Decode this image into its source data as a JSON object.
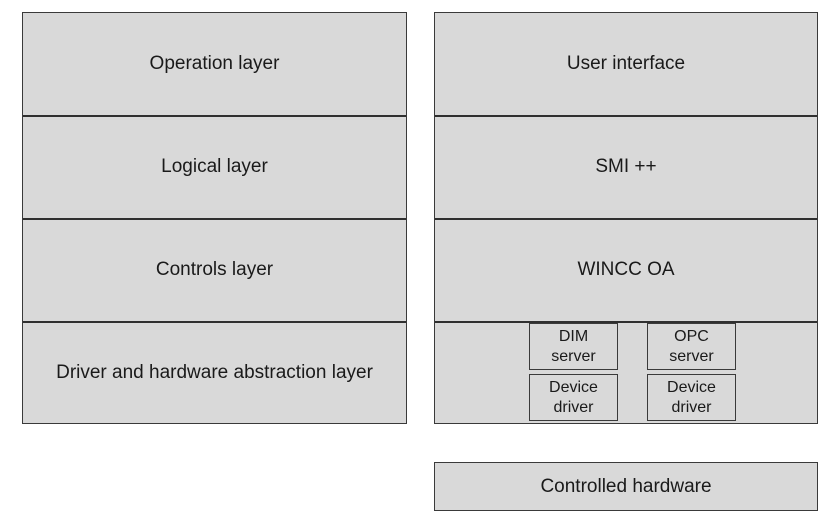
{
  "conceptual_layers": [
    {
      "label": "Operation layer"
    },
    {
      "label": "Logical layer"
    },
    {
      "label": "Controls layer"
    },
    {
      "label": "Driver and hardware abstraction layer"
    }
  ],
  "implementation_layers": [
    {
      "label": "User interface"
    },
    {
      "label": "SMI ++"
    },
    {
      "label": "WINCC OA"
    }
  ],
  "driver_components": [
    {
      "line1": "DIM",
      "line2": "server"
    },
    {
      "line1": "OPC",
      "line2": "server"
    },
    {
      "line1": "Device",
      "line2": "driver"
    },
    {
      "line1": "Device",
      "line2": "driver"
    }
  ],
  "controlled_hardware": {
    "label": "Controlled hardware"
  },
  "colors": {
    "box_fill": "#d9d9d9",
    "border": "#3a3a3a",
    "text": "#1a1a1a"
  }
}
